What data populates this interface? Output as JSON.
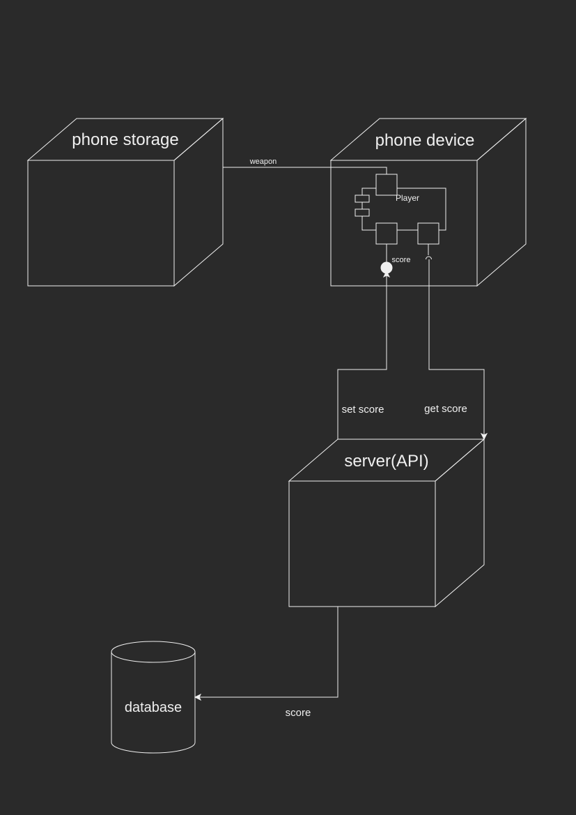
{
  "nodes": {
    "phone_storage": {
      "label": "phone storage"
    },
    "phone_device": {
      "label": "phone device"
    },
    "server": {
      "label": "server(API)"
    },
    "database": {
      "label": "database"
    }
  },
  "component": {
    "label": "Player",
    "interface_label": "score"
  },
  "edges": {
    "weapon": "weapon",
    "set_score": "set score",
    "get_score": "get score",
    "db_score": "score"
  },
  "colors": {
    "background": "#2a2a2a",
    "stroke": "#f0f0f0"
  }
}
